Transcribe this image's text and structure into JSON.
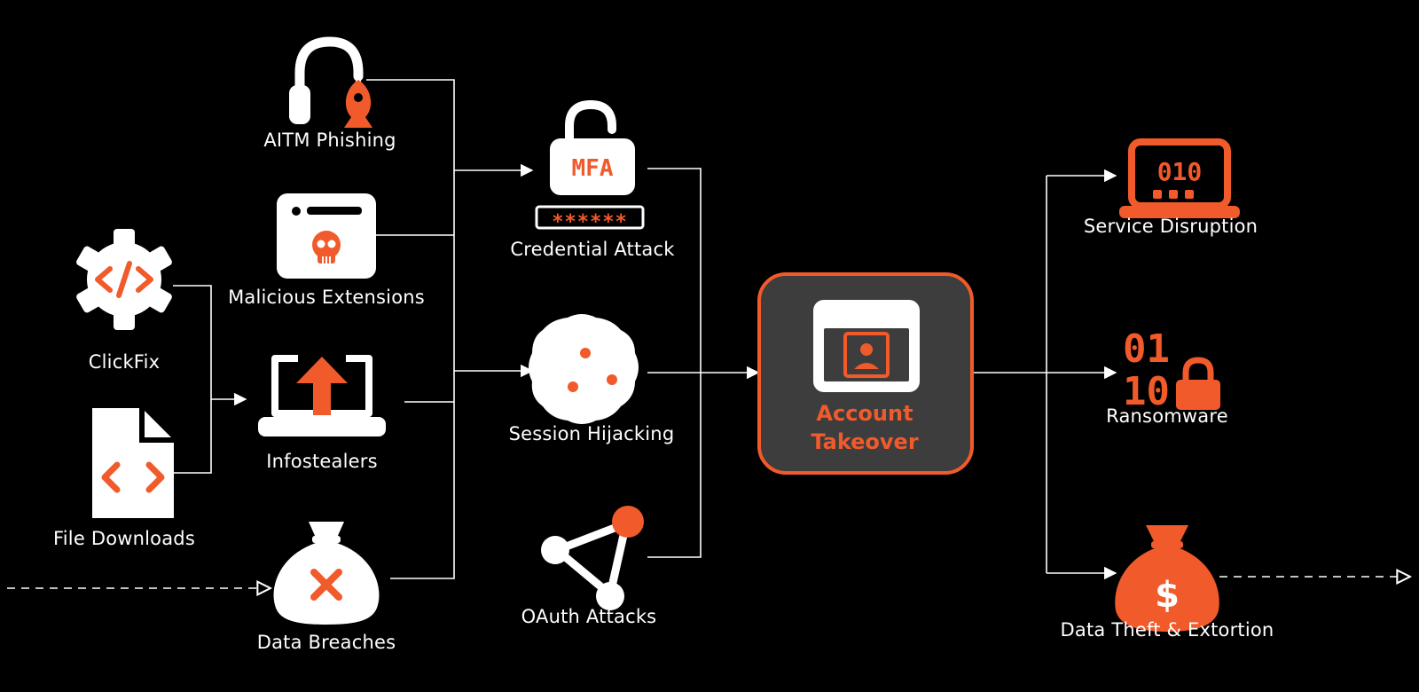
{
  "colors": {
    "background": "#000000",
    "accent": "#f15a2b",
    "icon": "#ffffff",
    "connector": "#ffffff",
    "center_fill": "#3d3d3d"
  },
  "nodes": {
    "aitm_phishing": {
      "label": "AITM Phishing",
      "icon": "phishing-hook-icon"
    },
    "malicious_extensions": {
      "label": "Malicious Extensions",
      "icon": "browser-skull-icon"
    },
    "clickfix": {
      "label": "ClickFix",
      "icon": "code-gear-icon"
    },
    "infostealers": {
      "label": "Infostealers",
      "icon": "laptop-upload-icon"
    },
    "file_downloads": {
      "label": "File Downloads",
      "icon": "code-file-icon"
    },
    "data_breaches": {
      "label": "Data Breaches",
      "icon": "breach-bag-icon"
    },
    "credential_attack": {
      "label": "Credential Attack",
      "icon": "mfa-lock-icon",
      "badge": "MFA",
      "password_mask": "******"
    },
    "session_hijacking": {
      "label": "Session Hijacking",
      "icon": "cookie-icon"
    },
    "oauth_attacks": {
      "label": "OAuth Attacks",
      "icon": "oauth-nodes-icon"
    },
    "account_takeover": {
      "label_line1": "Account",
      "label_line2": "Takeover",
      "icon": "account-window-icon"
    },
    "service_disruption": {
      "label": "Service Disruption",
      "icon": "binary-laptop-icon",
      "binary_text": "010"
    },
    "ransomware": {
      "label": "Ransomware",
      "icon": "binary-lock-icon",
      "binary_line1": "01",
      "binary_line2": "10"
    },
    "data_theft": {
      "label": "Data Theft & Extortion",
      "icon": "money-bag-icon",
      "currency": "$"
    }
  }
}
